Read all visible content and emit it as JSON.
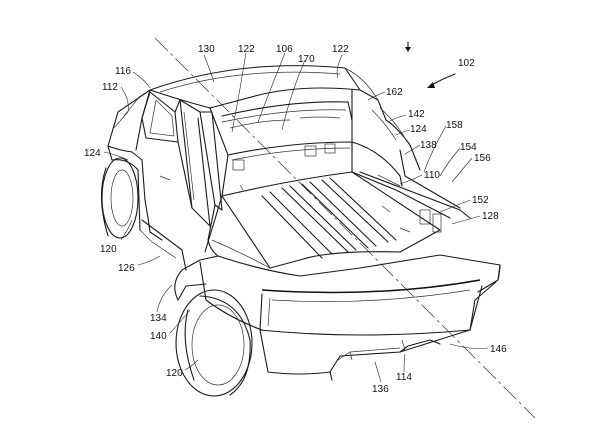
{
  "figure": {
    "labels": [
      {
        "id": "l102",
        "text": "102"
      },
      {
        "id": "l130",
        "text": "130"
      },
      {
        "id": "l122a",
        "text": "122"
      },
      {
        "id": "l106",
        "text": "106"
      },
      {
        "id": "l170",
        "text": "170"
      },
      {
        "id": "l122b",
        "text": "122"
      },
      {
        "id": "l116",
        "text": "116"
      },
      {
        "id": "l112",
        "text": "112"
      },
      {
        "id": "l162",
        "text": "162"
      },
      {
        "id": "l142",
        "text": "142"
      },
      {
        "id": "l124a",
        "text": "124"
      },
      {
        "id": "l158",
        "text": "158"
      },
      {
        "id": "l138",
        "text": "138"
      },
      {
        "id": "l154",
        "text": "154"
      },
      {
        "id": "l156",
        "text": "156"
      },
      {
        "id": "l124b",
        "text": "124"
      },
      {
        "id": "l110",
        "text": "110"
      },
      {
        "id": "l152",
        "text": "152"
      },
      {
        "id": "l128",
        "text": "128"
      },
      {
        "id": "l120a",
        "text": "120"
      },
      {
        "id": "l126",
        "text": "126"
      },
      {
        "id": "l134",
        "text": "134"
      },
      {
        "id": "l140",
        "text": "140"
      },
      {
        "id": "l146",
        "text": "146"
      },
      {
        "id": "l120b",
        "text": "120"
      },
      {
        "id": "l114",
        "text": "114"
      },
      {
        "id": "l136",
        "text": "136"
      }
    ]
  }
}
